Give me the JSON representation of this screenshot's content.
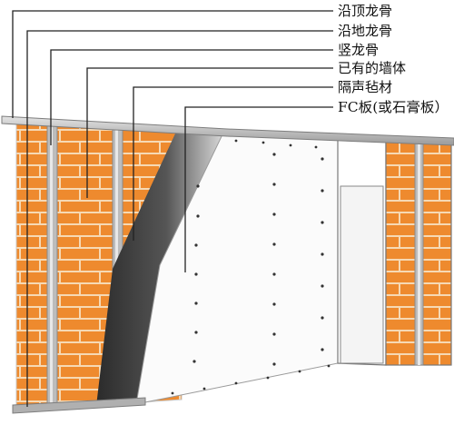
{
  "labels": {
    "top_track": "沿顶龙骨",
    "floor_track": "沿地龙骨",
    "stud": "竖龙骨",
    "existing_wall": "已有的墙体",
    "insulation": "隔声毡材",
    "board": "FC板(或石膏板）"
  },
  "colors": {
    "brick": "#ee8a2e",
    "mortar": "#f6d9b4",
    "frame": "#b8b8b8",
    "insulation_dark": "#3a3a3a",
    "insulation_light": "#d6d6d6",
    "board": "#fbfbfb",
    "line": "#222222"
  }
}
